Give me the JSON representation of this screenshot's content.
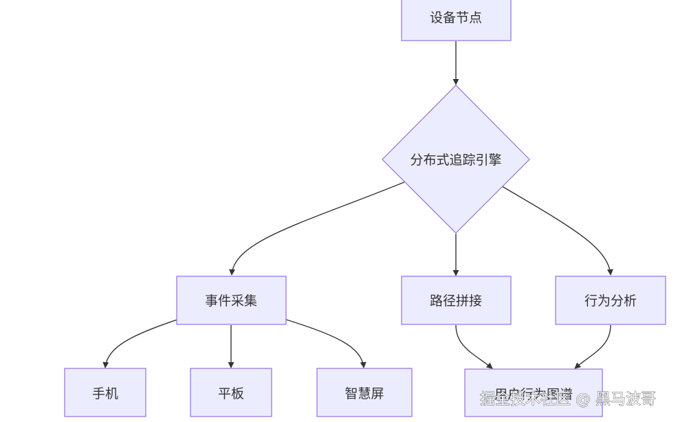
{
  "nodes": {
    "device": "设备节点",
    "engine": "分布式追踪引擎",
    "event": "事件采集",
    "path": "路径拼接",
    "behavior": "行为分析",
    "phone": "手机",
    "tablet": "平板",
    "screen": "智慧屏",
    "graph": "用户行为图谱"
  },
  "watermark": "掘金技术社区 @ 黑马波哥"
}
